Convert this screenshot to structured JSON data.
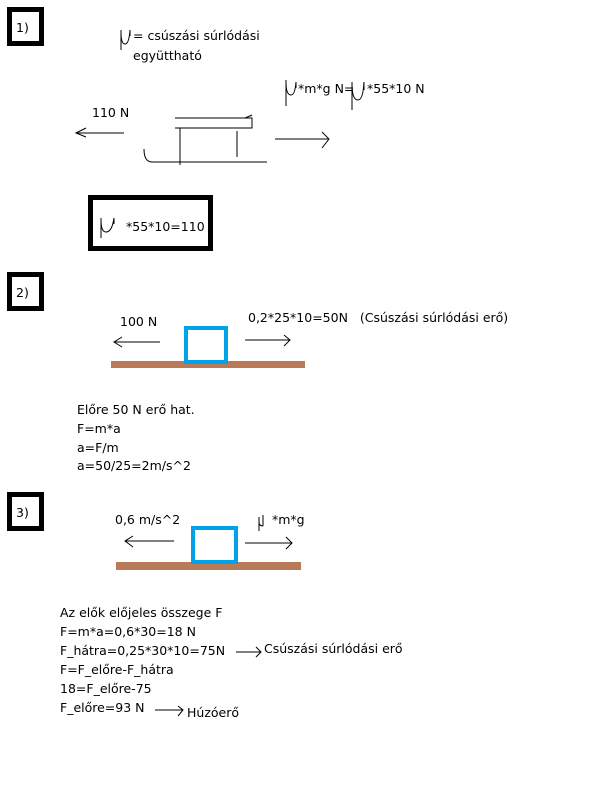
{
  "colors": {
    "block": "#00a2e8",
    "ground": "#b97a57",
    "ink": "#000000"
  },
  "p1": {
    "label": "1)",
    "def_line1": "= csúszási súrlódási",
    "def_line2": "együttható",
    "formula": "*m*g N=",
    "formula2": "*55*10 N",
    "left_force": "110 N",
    "answer": "*55*10=110"
  },
  "p2": {
    "label": "2)",
    "left_force": "100 N",
    "right_force": "0,2*25*10=50N   (Csúszási súrlódási erő)",
    "lines": [
      "Előre 50 N erő hat.",
      "F=m*a",
      "a=F/m",
      "a=50/25=2m/s^2"
    ]
  },
  "p3": {
    "label": "3)",
    "left_label": "0,6 m/s^2",
    "right_label": "*m*g",
    "lines": [
      "Az elők előjeles összege F",
      "F=m*a=0,6*30=18 N",
      "F_hátra=0,25*30*10=75N",
      "F=F_előre-F_hátra",
      "18=F_előre-75",
      "F_előre=93 N"
    ],
    "note_friction": "Csúszási súrlódási erő",
    "note_pull": "Húzóerő"
  }
}
